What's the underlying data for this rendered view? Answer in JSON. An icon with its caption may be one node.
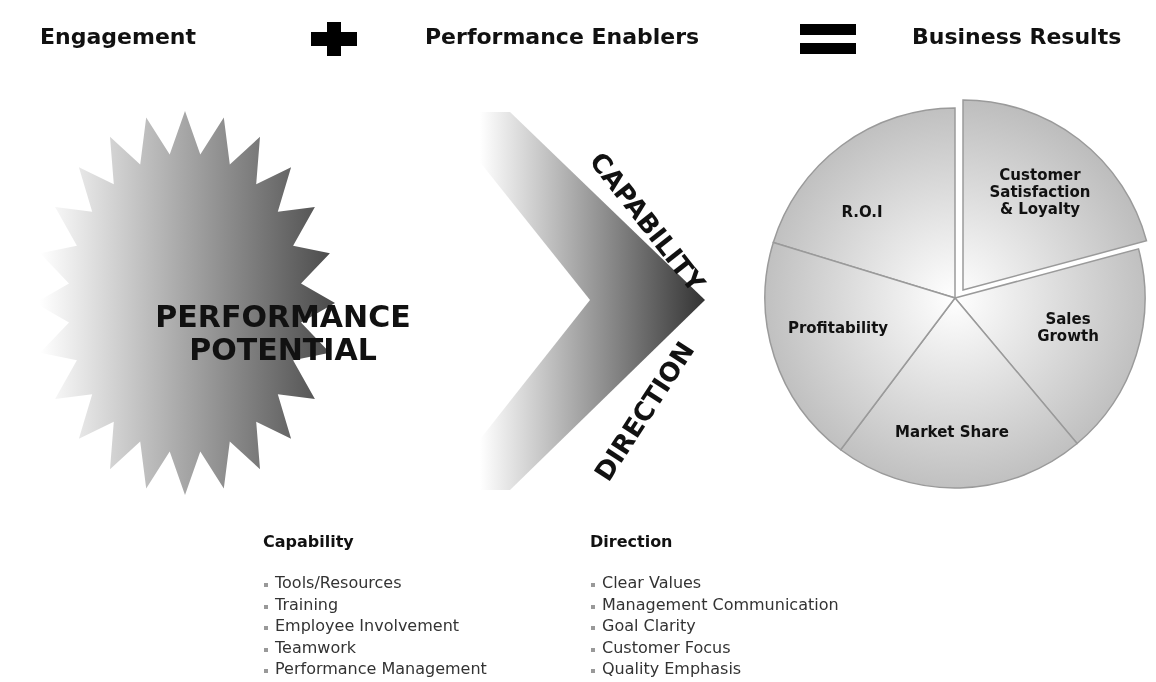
{
  "diagram": {
    "nodes": [
      {
        "text": [
          "PERFORMANCE POTENTIAL"
        ]
      },
      {
        "text": [
          "CAPABILITY"
        ]
      },
      {
        "text": [
          "DIRECTION"
        ]
      },
      {
        "text": [
          "R.O.I"
        ]
      },
      {
        "text": [
          "Customer Satisfaction & Loyalty"
        ]
      },
      {
        "text": [
          "Sales Growth"
        ]
      },
      {
        "text": [
          "Market Share"
        ]
      },
      {
        "text": [
          "Profitability"
        ]
      }
    ],
    "edges": [],
    "labels": [
      "Engagement",
      "Performance Enablers",
      "Business Results",
      "Capability",
      "Tools/Resources",
      "Training",
      "Employee Involvement",
      "Teamwork",
      "Performance Management",
      "Direction",
      "Clear Values",
      "Management Communication",
      "Goal Clarity",
      "Customer Focus",
      "Quality Emphasis"
    ]
  }
}
